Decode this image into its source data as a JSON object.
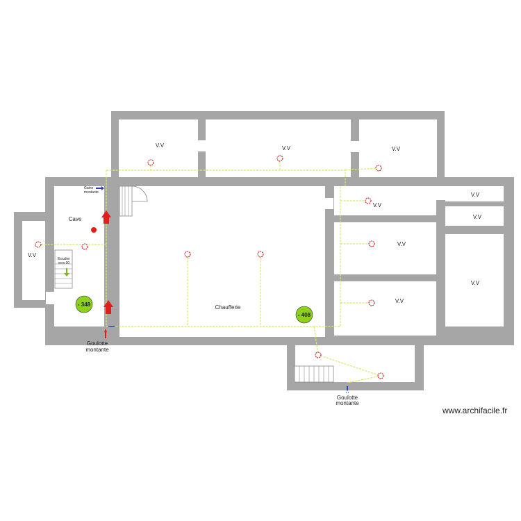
{
  "rooms": {
    "top_left": "V.V",
    "top_middle": "V.V",
    "top_right": "V.V",
    "cave": "Cave",
    "chaufferie": "Chaufferie",
    "left_annex": "V.V",
    "right_1": "V.V",
    "right_2": "V.V",
    "right_3": "V.V",
    "far_right_1": "V.V",
    "far_right_2": "V.V",
    "far_right_3": "V.V"
  },
  "labels": {
    "gaine_line1": "Gaine",
    "gaine_line2": "montante",
    "stair_line1": "Escalier",
    "stair_line2": "vers 00",
    "goulotte_left_line1": "Goulotte",
    "goulotte_left_line2": "montante",
    "goulotte_bottom_line1": "Goulotte",
    "goulotte_bottom_line2": "montante"
  },
  "badges": {
    "cave_level": "- 348",
    "chaufferie_level": "- 408"
  },
  "watermark": "www.archifacile.fr",
  "colors": {
    "wall": "#a6a6a6",
    "cable": "#d8e86a",
    "badge": "#8ed11a",
    "arrow": "#e01e1e",
    "blue_arrow": "#1e3fd0"
  }
}
